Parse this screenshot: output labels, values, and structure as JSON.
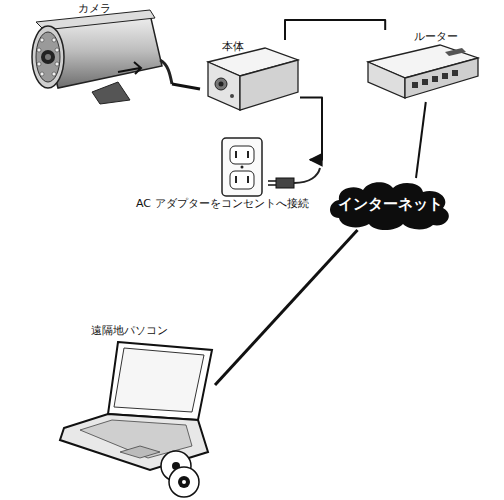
{
  "diagram": {
    "nodes": [
      {
        "text": [
          "カメラ"
        ]
      },
      {
        "text": [
          "本体"
        ]
      },
      {
        "text": [
          "ルーター"
        ]
      },
      {
        "text": [
          "AC アダプターをコンセントへ接続"
        ]
      },
      {
        "text": [
          "インターネット"
        ]
      },
      {
        "text": [
          "遠隔地パソコン"
        ]
      }
    ],
    "edges": [
      {
        "from": 0,
        "to": 1,
        "arrow": "none"
      },
      {
        "from": 1,
        "to": 2,
        "arrow": "none"
      },
      {
        "from": 2,
        "to": 4,
        "arrow": "none"
      },
      {
        "from": 4,
        "to": 5,
        "arrow": "none"
      },
      {
        "from": 1,
        "to": 3,
        "arrow": "to"
      }
    ]
  }
}
